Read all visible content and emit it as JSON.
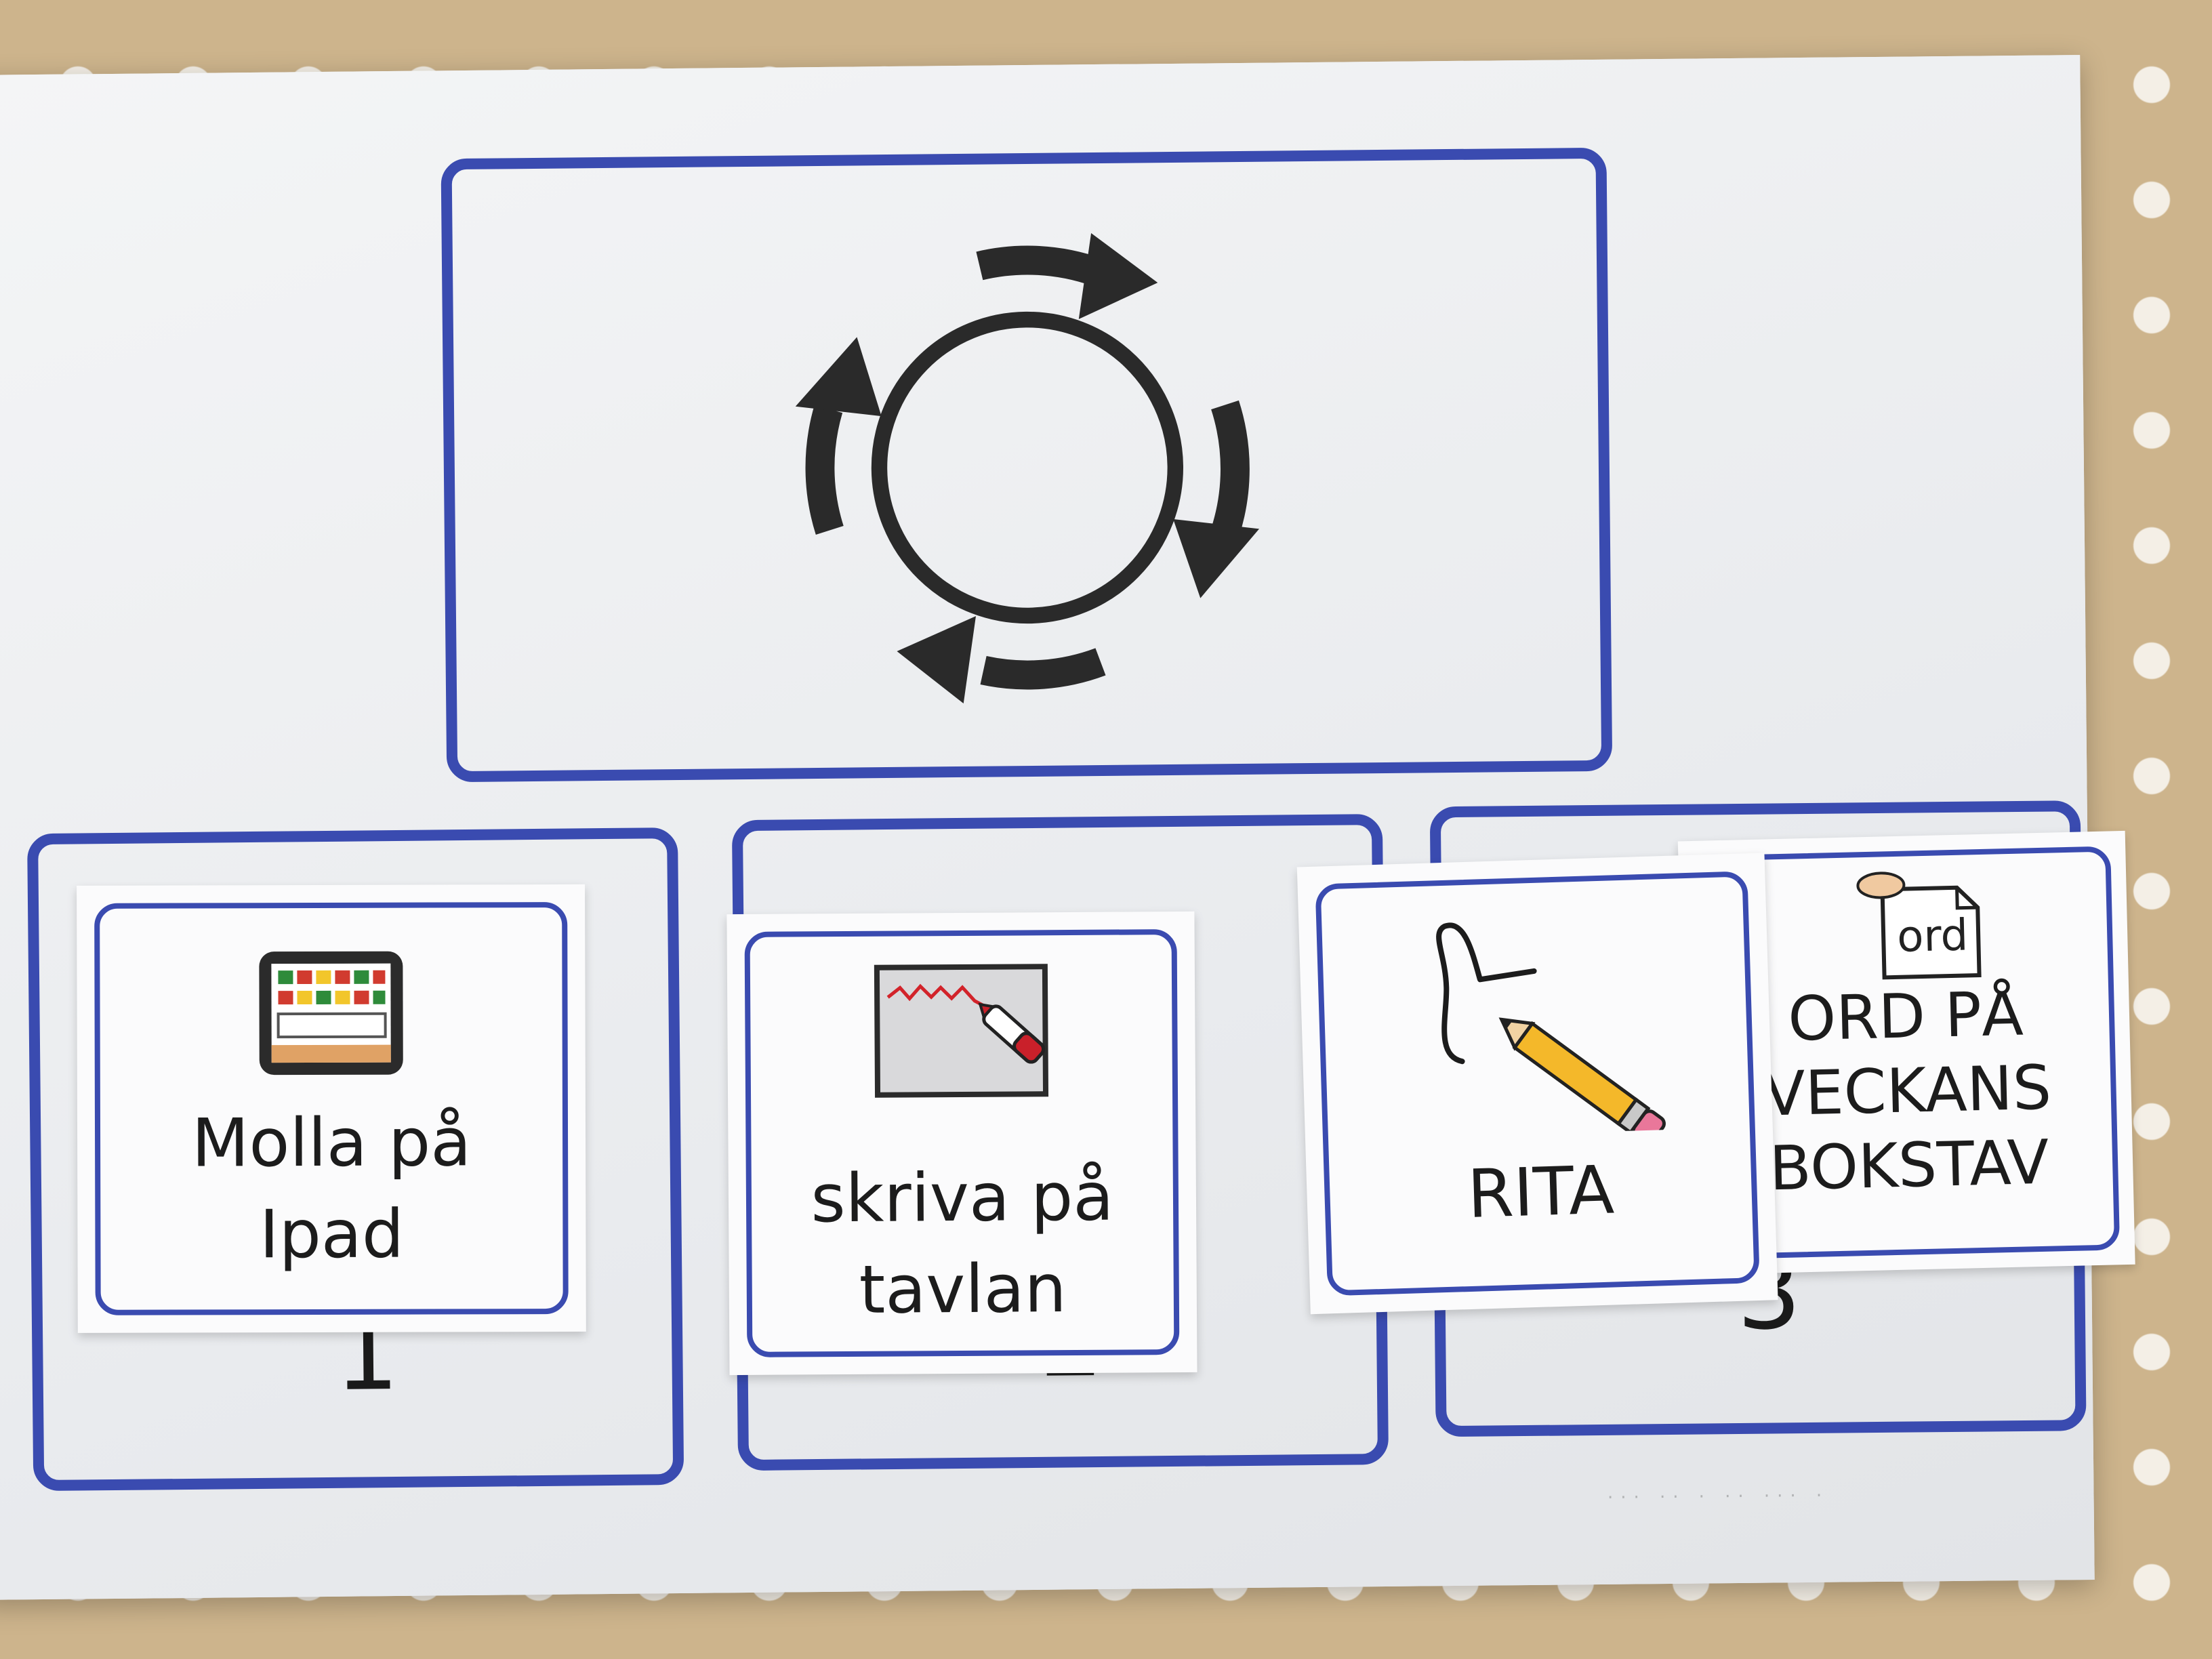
{
  "board": {
    "top_icon": "circular-arrows-icon",
    "slots": [
      {
        "number": "1"
      },
      {
        "number": "2"
      },
      {
        "number": "3"
      }
    ]
  },
  "cards": {
    "molla": {
      "label": "Molla på\nIpad",
      "icon": "tablet-icon"
    },
    "skriva": {
      "label": "skriva på\ntavlan",
      "icon": "whiteboard-marker-icon"
    },
    "rita": {
      "label": "RITA",
      "icon": "drawing-pencil-icon"
    },
    "ord": {
      "label": "ORD PÅ\nVECKANS\nBOKSTAV",
      "icon_text": "ord",
      "icon": "word-paper-icon"
    }
  },
  "colors": {
    "frame_blue": "#3a4bb0",
    "symbol_black": "#2a2a2a",
    "table_tan": "#cdb48c"
  }
}
